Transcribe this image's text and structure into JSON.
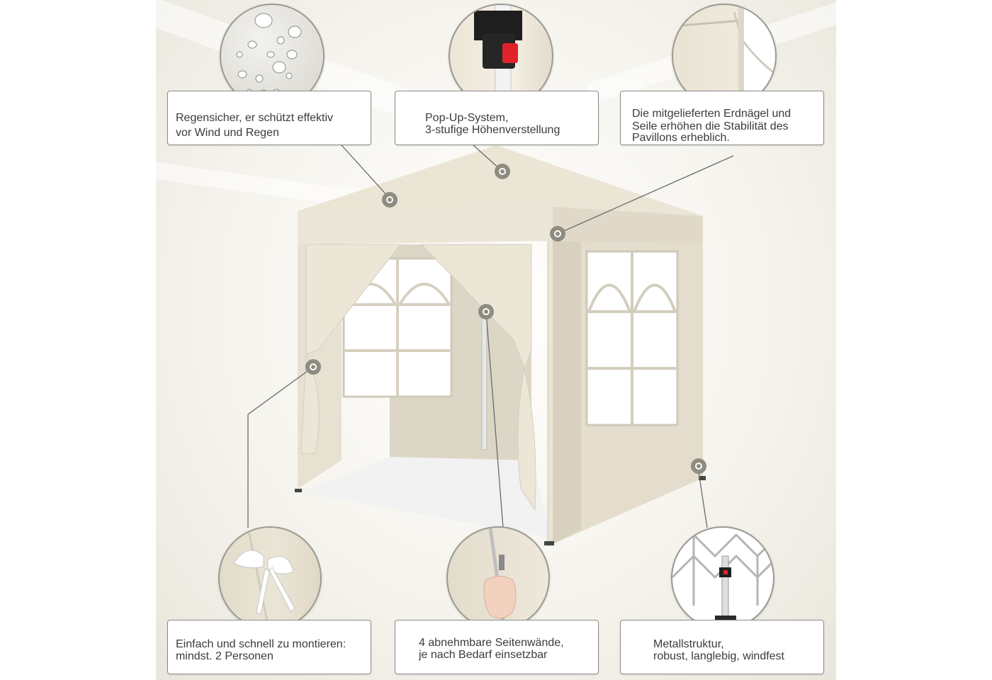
{
  "features": {
    "waterproof": {
      "line1": "Regensicher, er schützt effektiv",
      "line2": "vor Wind und Regen",
      "image_icon": "water-drops-icon"
    },
    "popup": {
      "line1": "Pop-Up-System,",
      "line2": "3-stufige Höhenverstellung",
      "image_icon": "height-lock-icon"
    },
    "stakes": {
      "line1": "Die mitgelieferten Erdnägel und",
      "line2": "Seile erhöhen die Stabilität des",
      "line3": "Pavillons erheblich.",
      "image_icon": "guy-rope-icon"
    },
    "assembly": {
      "line1": "Einfach und schnell zu montieren:",
      "line2": "mindst. 2 Personen",
      "image_icon": "ribbon-tie-icon"
    },
    "sidewalls": {
      "line1": "4 abnehmbare Seitenwände,",
      "line2": "je nach Bedarf einsetzbar",
      "image_icon": "zipper-hand-icon"
    },
    "frame": {
      "line1": "Metallstruktur,",
      "line2": "robust, langlebig, windfest",
      "image_icon": "metal-frame-icon"
    }
  },
  "colors": {
    "canvas": "#ebe6d9",
    "canvas_shadow": "#d9d3c3",
    "marker": "#8e8b7f",
    "leader": "#6b6b66"
  }
}
